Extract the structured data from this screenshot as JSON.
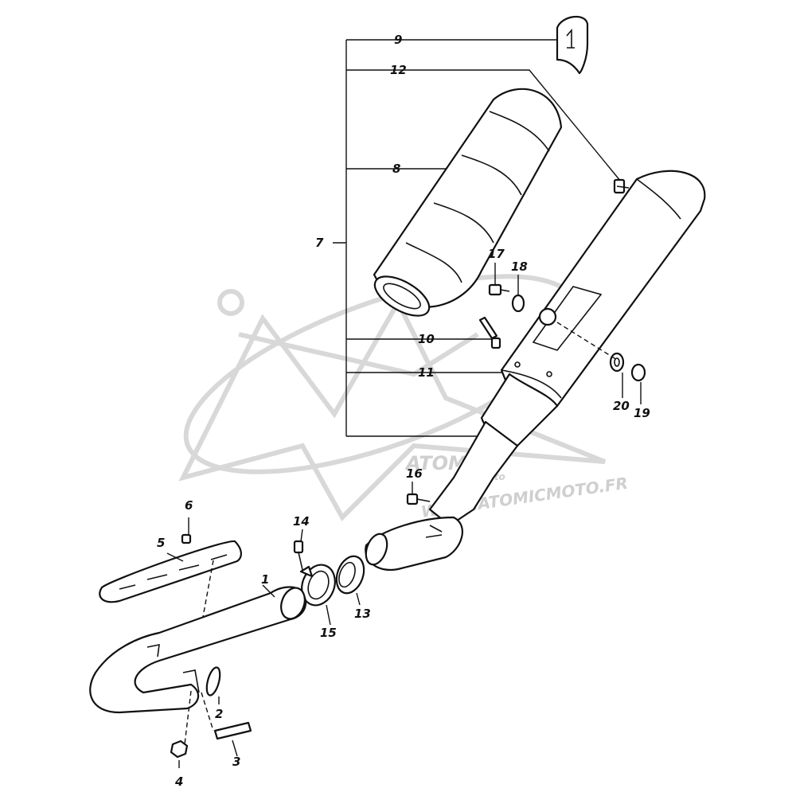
{
  "watermark": {
    "brand": "ATOMIC",
    "sub": "moto",
    "url": "WWW.ATOMICMOTO.FR"
  },
  "callouts": {
    "c1": "1",
    "c2": "2",
    "c3": "3",
    "c4": "4",
    "c5": "5",
    "c6": "6",
    "c7": "7",
    "c8": "8",
    "c9": "9",
    "c10": "10",
    "c11": "11",
    "c12": "12",
    "c13": "13",
    "c14": "14",
    "c15": "15",
    "c16": "16",
    "c17": "17",
    "c18": "18",
    "c19": "19",
    "c20": "20"
  }
}
